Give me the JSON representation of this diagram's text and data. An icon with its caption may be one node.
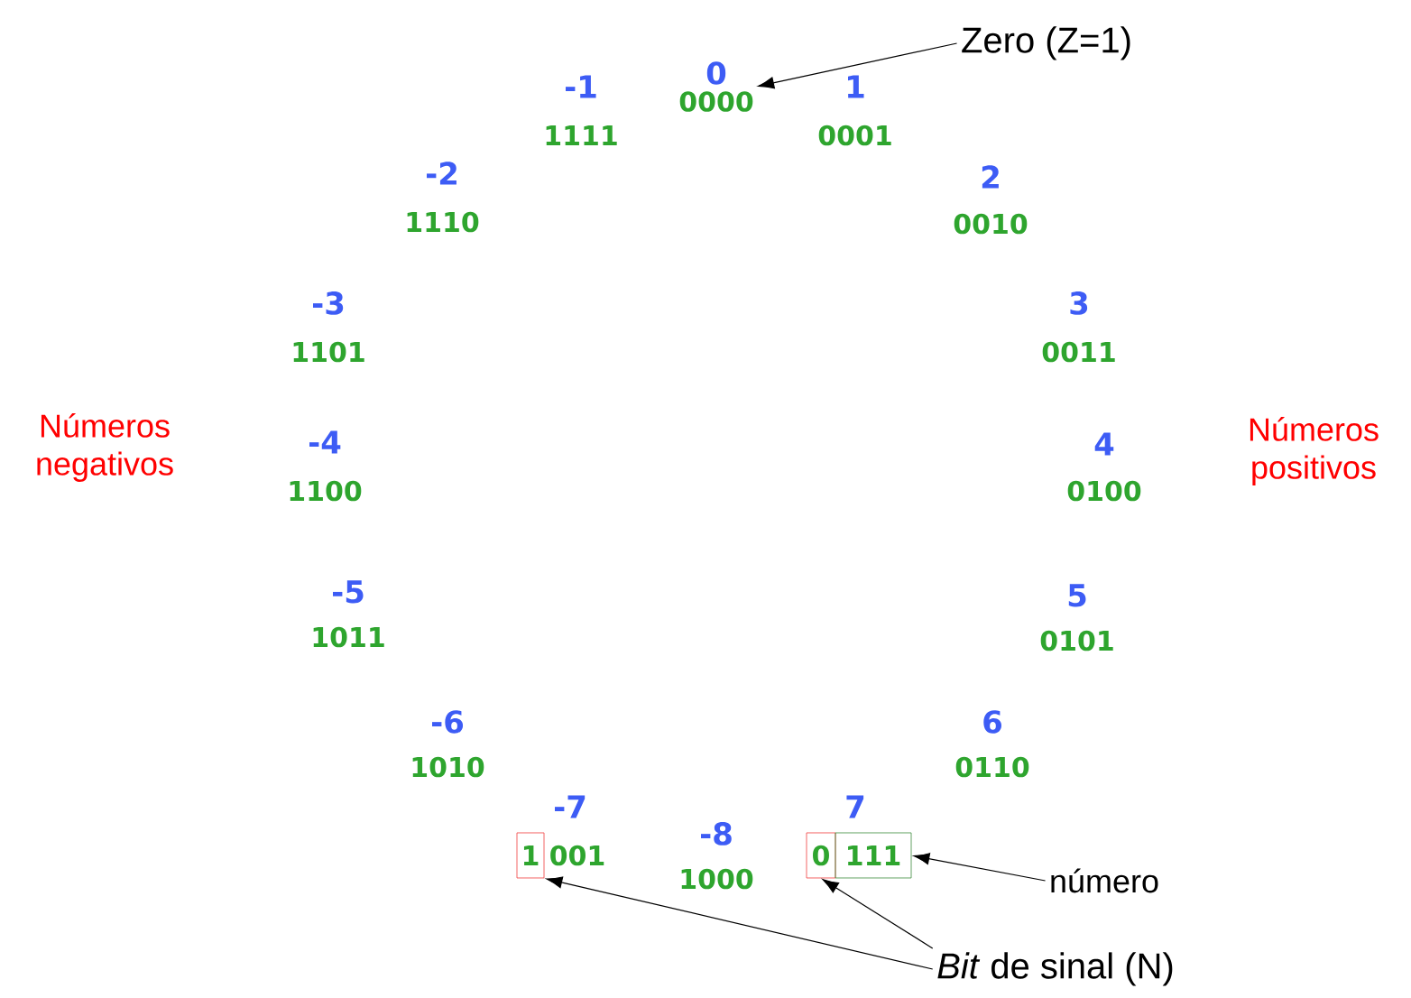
{
  "diagram": {
    "nodes": [
      {
        "text": [
          "Zero (Z=1)"
        ]
      },
      {
        "text": [
          "0",
          "0000"
        ]
      },
      {
        "text": [
          "número"
        ]
      },
      {
        "text": [
          "*Bit* de sinal (N)"
        ]
      },
      {
        "text": [
          "1"
        ]
      },
      {
        "text": [
          "0"
        ]
      },
      {
        "text": [
          "111"
        ]
      }
    ],
    "edges": [
      {
        "from": 0,
        "to": 1,
        "arrow": "to"
      },
      {
        "from": 2,
        "to": 6,
        "arrow": "to"
      },
      {
        "from": 3,
        "to": 4,
        "arrow": "to"
      },
      {
        "from": 3,
        "to": 5,
        "arrow": "to"
      }
    ],
    "labels": [
      "-1",
      "1111",
      "1",
      "0001",
      "-2",
      "1110",
      "2",
      "0010",
      "-3",
      "1101",
      "3",
      "0011",
      "Números negativos",
      "-4",
      "1100",
      "4",
      "0100",
      "Números positivos",
      "-5",
      "1011",
      "5",
      "0101",
      "-6",
      "1010",
      "6",
      "0110",
      "-7",
      "7",
      "-8",
      "001",
      "1000"
    ]
  }
}
